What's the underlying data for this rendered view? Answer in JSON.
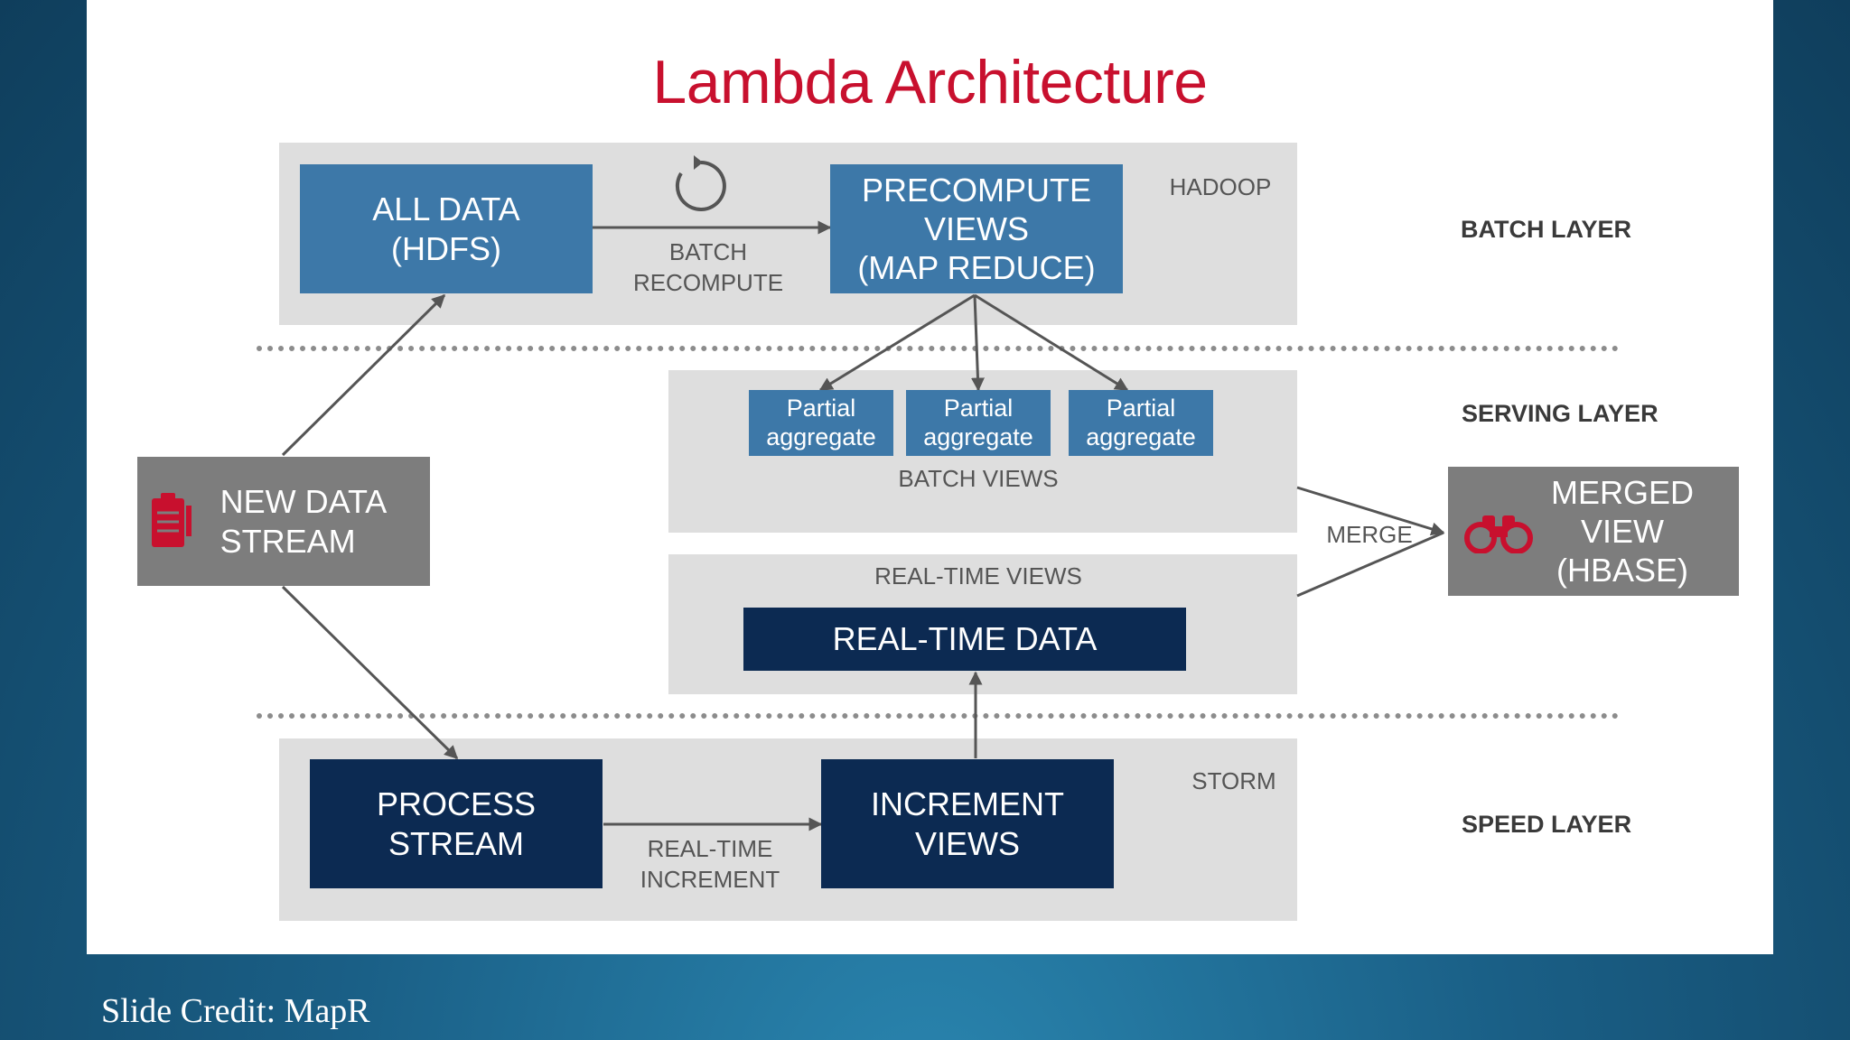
{
  "title": "Lambda Architecture",
  "layers": {
    "batch": "BATCH LAYER",
    "serving": "SERVING LAYER",
    "speed": "SPEED LAYER"
  },
  "batch": {
    "all_data_line1": "ALL DATA",
    "all_data_line2": "(HDFS)",
    "recompute_line1": "BATCH",
    "recompute_line2": "RECOMPUTE",
    "precompute_line1": "PRECOMPUTE",
    "precompute_line2": "VIEWS",
    "precompute_line3": "(MAP REDUCE)",
    "tech": "HADOOP"
  },
  "serving": {
    "partials": [
      {
        "line1": "Partial",
        "line2": "aggregate"
      },
      {
        "line1": "Partial",
        "line2": "aggregate"
      },
      {
        "line1": "Partial",
        "line2": "aggregate"
      }
    ],
    "batch_views": "BATCH VIEWS",
    "realtime_views": "REAL-TIME VIEWS",
    "realtime_data": "REAL-TIME DATA",
    "merge": "MERGE",
    "merged_line1": "MERGED",
    "merged_line2": "VIEW",
    "merged_line3": "(HBASE)"
  },
  "stream": {
    "line1": "NEW DATA",
    "line2": "STREAM"
  },
  "speed": {
    "process_line1": "PROCESS",
    "process_line2": "STREAM",
    "increment_line1": "REAL-TIME",
    "increment_line2": "INCREMENT",
    "views_line1": "INCREMENT",
    "views_line2": "VIEWS",
    "tech": "STORM"
  },
  "credit": "Slide Credit: MapR",
  "colors": {
    "title": "#c8102e",
    "box_blue": "#3d78a8",
    "box_navy": "#0c2a52",
    "box_gray": "#7d7d7d",
    "panel": "#dedede",
    "icon_red": "#c8102e"
  },
  "icons": {
    "refresh": "refresh-icon",
    "clipboard": "clipboard-icon",
    "binoculars": "binoculars-icon"
  }
}
